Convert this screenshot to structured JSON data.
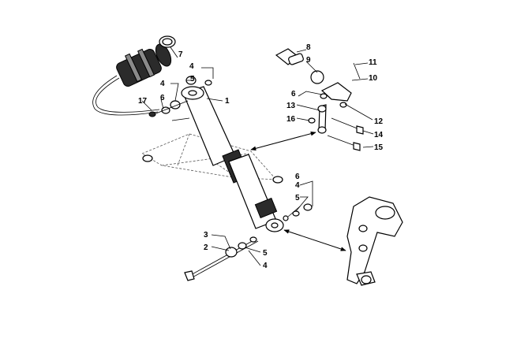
{
  "callouts": {
    "c1": "1",
    "c2": "2",
    "c3": "3",
    "c4a": "4",
    "c4b": "4",
    "c4c": "4",
    "c4d": "4",
    "c5a": "5",
    "c5b": "5",
    "c5c": "5",
    "c6a": "6",
    "c6b": "6",
    "c6c": "6",
    "c7": "7",
    "c8": "8",
    "c9": "9",
    "c10": "10",
    "c11": "11",
    "c12": "12",
    "c13": "13",
    "c14": "14",
    "c15": "15",
    "c16": "16",
    "c17": "17"
  },
  "colors": {
    "line": "#000000",
    "background": "#ffffff",
    "shade": "#2b2b2b"
  }
}
